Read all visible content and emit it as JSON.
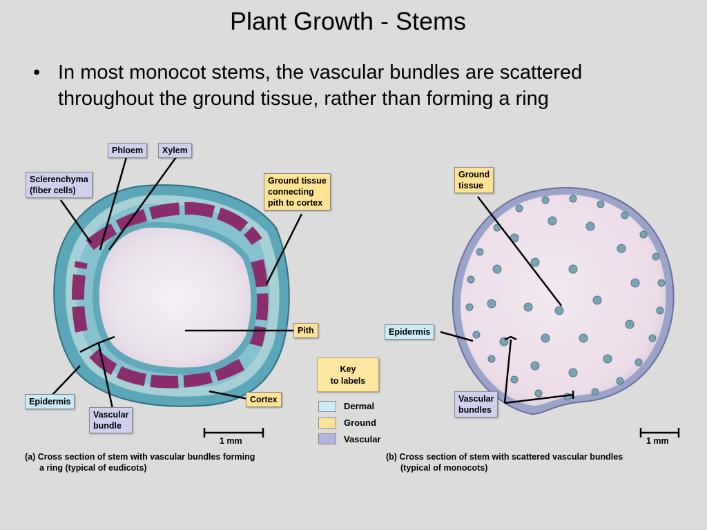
{
  "title": "Plant Growth - Stems",
  "bullet": {
    "marker": "•",
    "text": "In most monocot stems, the vascular bundles are scattered throughout the ground tissue, rather than forming a ring"
  },
  "figure_a": {
    "labels": {
      "phloem": "Phloem",
      "xylem": "Xylem",
      "sclerenchyma_line1": "Sclerenchyma",
      "sclerenchyma_line2": "(fiber cells)",
      "ground_tissue_line1": "Ground tissue",
      "ground_tissue_line2": "connecting",
      "ground_tissue_line3": "pith to cortex",
      "pith": "Pith",
      "epidermis": "Epidermis",
      "vascular_bundle_line1": "Vascular",
      "vascular_bundle_line2": "bundle",
      "cortex": "Cortex"
    },
    "scale": "1 mm",
    "caption_line1": "(a) Cross section of stem with vascular bundles forming",
    "caption_line2": "a ring (typical of eudicots)"
  },
  "figure_b": {
    "labels": {
      "ground_line1": "Ground",
      "ground_line2": "tissue",
      "epidermis": "Epidermis",
      "vascular_line1": "Vascular",
      "vascular_line2": "bundles"
    },
    "scale": "1 mm",
    "caption_line1": "(b) Cross section of stem with scattered vascular bundles",
    "caption_line2": "(typical of monocots)"
  },
  "key": {
    "title_line1": "Key",
    "title_line2": "to labels",
    "items": [
      {
        "label": "Dermal",
        "color": "#c9ecf8"
      },
      {
        "label": "Ground",
        "color": "#fde393"
      },
      {
        "label": "Vascular",
        "color": "#b3b3e0"
      }
    ]
  }
}
